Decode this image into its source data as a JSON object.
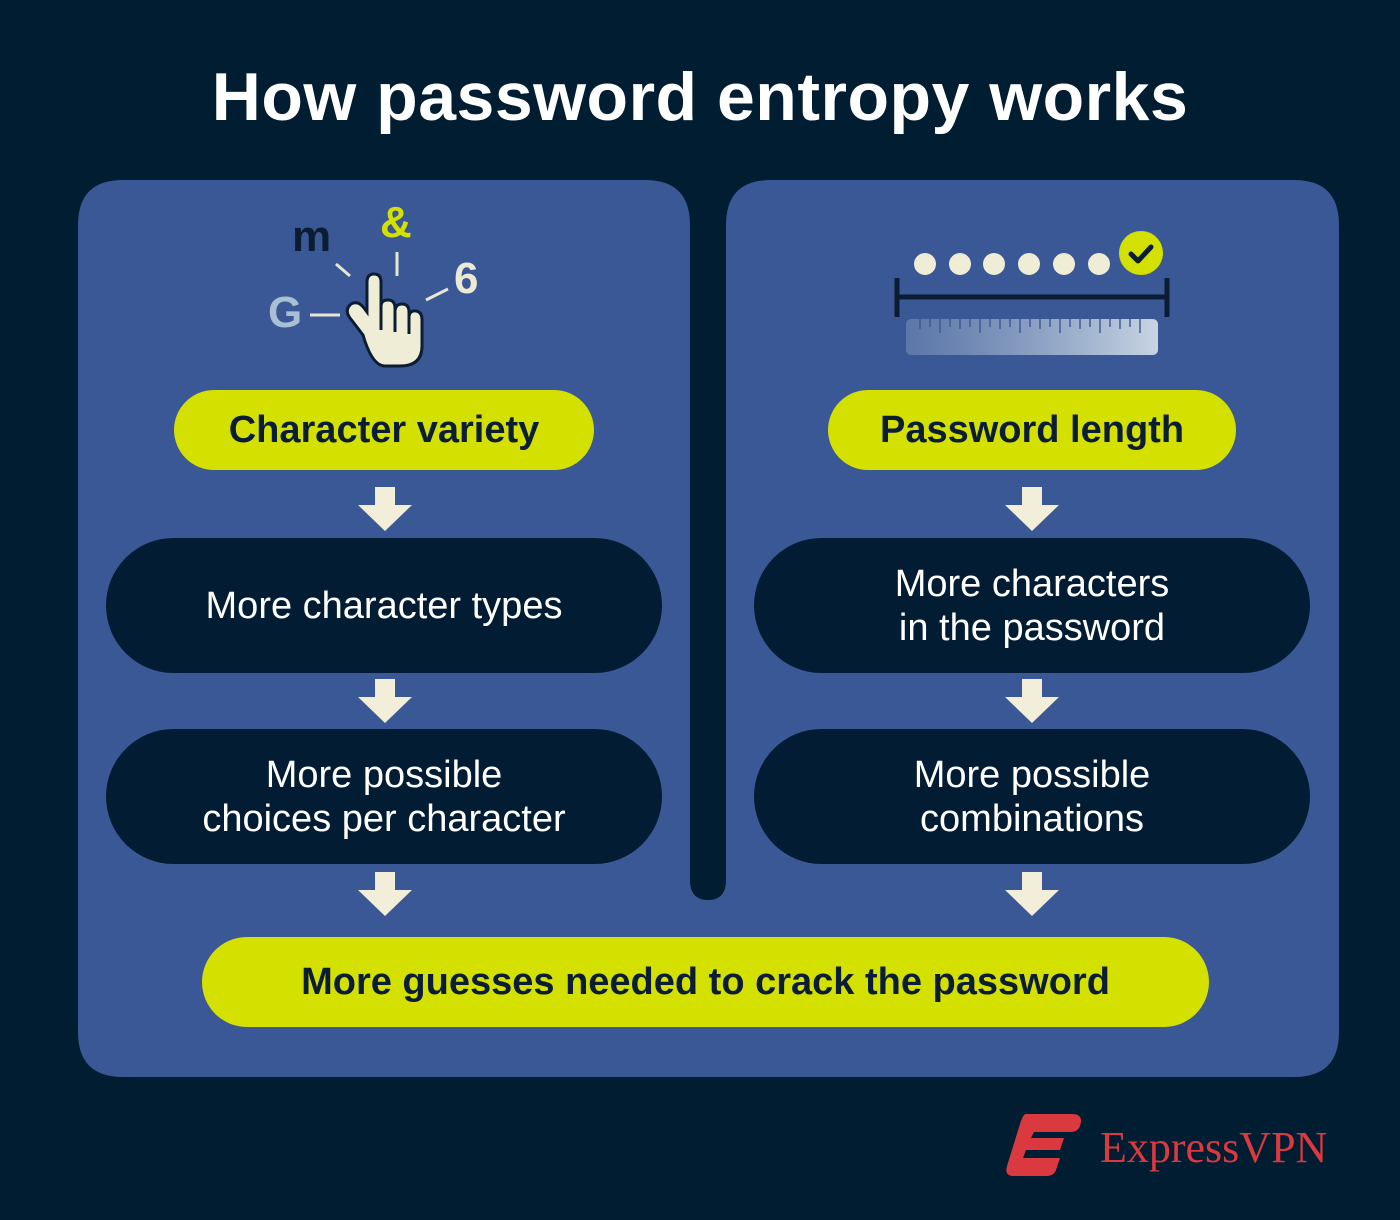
{
  "title": "How password entropy works",
  "left": {
    "icon_letters": [
      "m",
      "&",
      "6",
      "G"
    ],
    "heading": "Character variety",
    "step1": "More character types",
    "step2_line1": "More possible",
    "step2_line2": "choices per character"
  },
  "right": {
    "heading": "Password length",
    "step1_line1": "More characters",
    "step1_line2": "in the password",
    "step2_line1": "More possible",
    "step2_line2": "combinations"
  },
  "result": "More guesses needed to crack the password",
  "brand": {
    "name": "ExpressVPN",
    "color": "#da3940"
  },
  "colors": {
    "background": "#001d31",
    "panel": "#3a5895",
    "accent": "#d4e000",
    "arrow": "#f3eed9"
  }
}
